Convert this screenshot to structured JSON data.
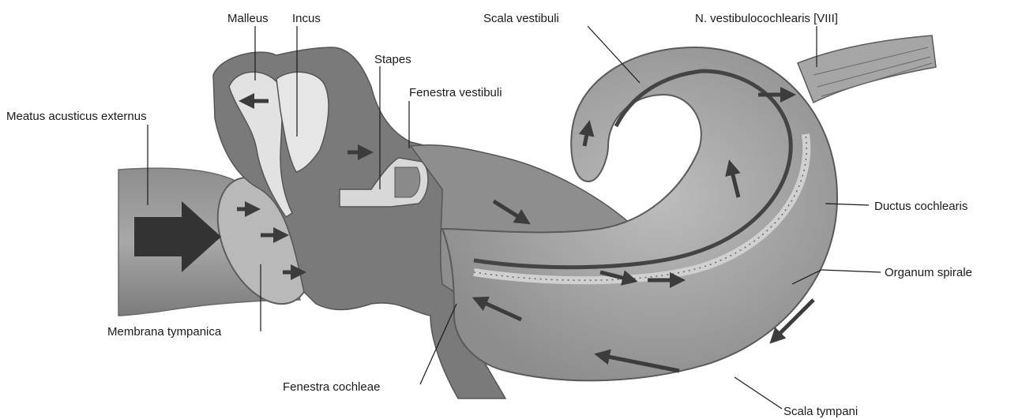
{
  "labels": {
    "malleus": "Malleus",
    "incus": "Incus",
    "stapes": "Stapes",
    "fenestra_vestibuli": "Fenestra vestibuli",
    "meatus": "Meatus acusticus externus",
    "membrana_tympanica": "Membrana tympanica",
    "fenestra_cochleae": "Fenestra cochleae",
    "scala_vestibuli": "Scala vestibuli",
    "nervus": "N. vestibulocochlearis [VIII]",
    "ductus_cochlearis": "Ductus cochlearis",
    "organum_spirale": "Organum spirale",
    "scala_tympani": "Scala tympani"
  },
  "colors": {
    "tissue_dark": "#6f6f6f",
    "tissue_mid": "#9a9a9a",
    "tissue_light": "#c9c9c9",
    "bone_light": "#e6e6e6",
    "arrow": "#3c3c3c"
  }
}
